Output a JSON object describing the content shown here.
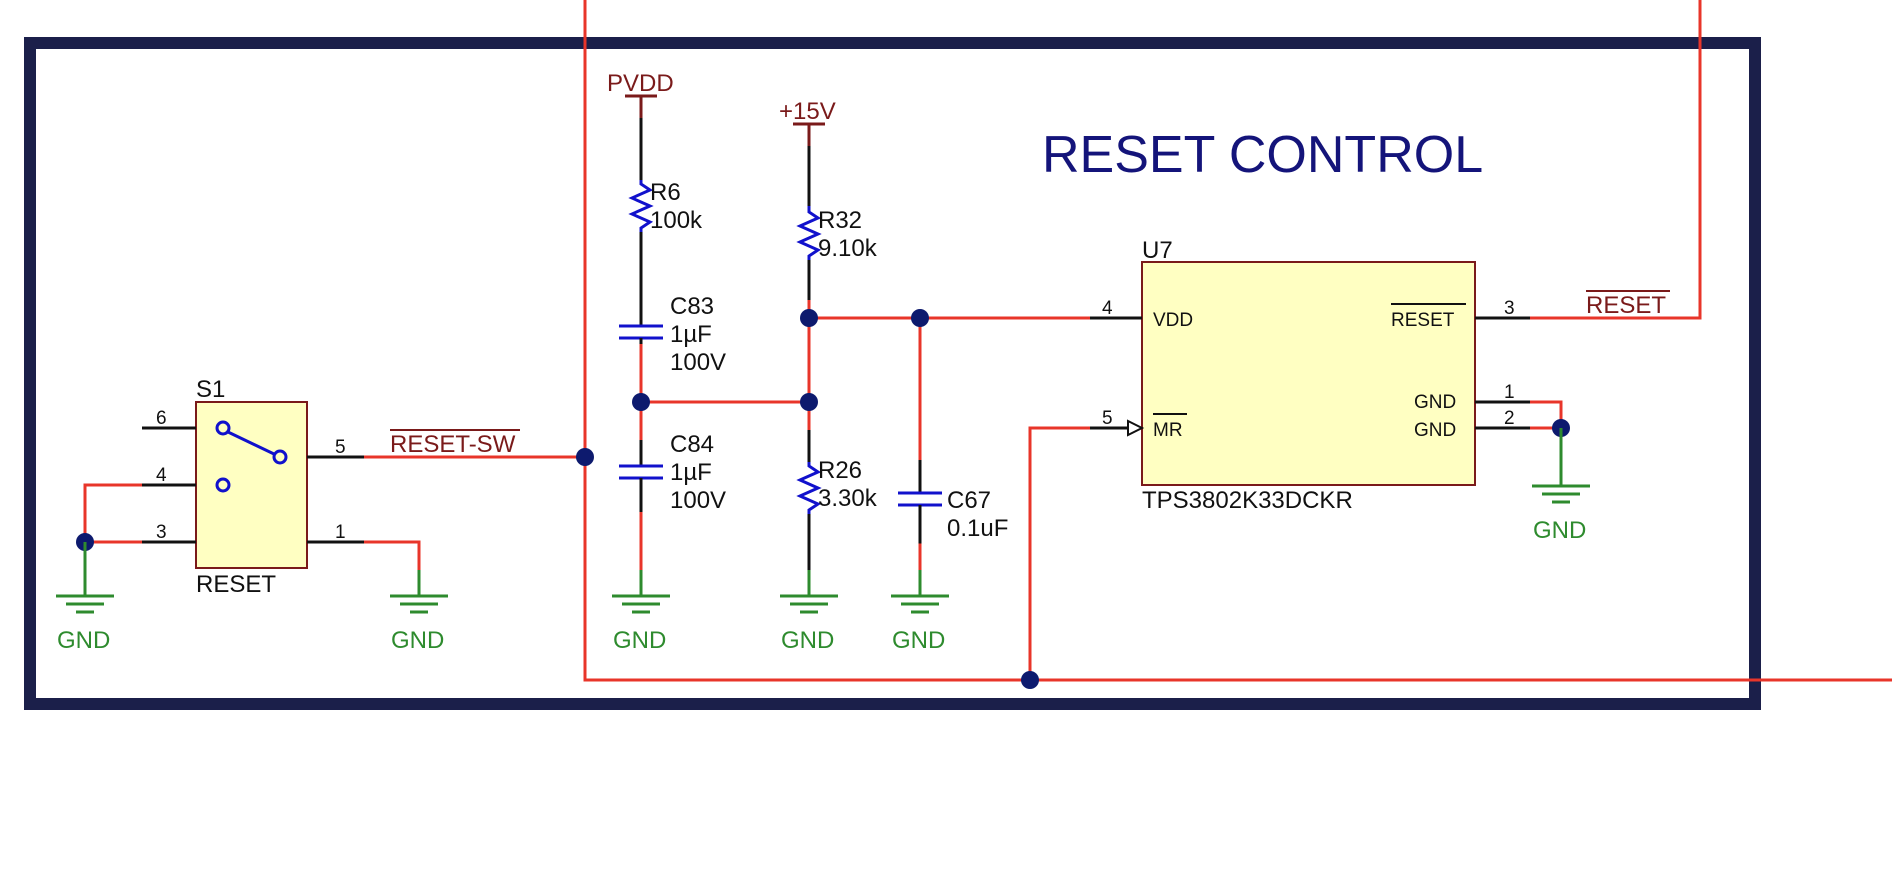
{
  "title": "RESET CONTROL",
  "power": {
    "pvdd": "PVDD",
    "p15v": "+15V"
  },
  "gnd_label": "GND",
  "switch": {
    "ref": "S1",
    "value": "RESET",
    "pins": [
      "6",
      "4",
      "3",
      "5",
      "1"
    ]
  },
  "resistors": [
    {
      "ref": "R6",
      "value": "100k"
    },
    {
      "ref": "R32",
      "value": "9.10k"
    },
    {
      "ref": "R26",
      "value": "3.30k"
    }
  ],
  "capacitors": [
    {
      "ref": "C83",
      "value": "1µF",
      "voltage": "100V"
    },
    {
      "ref": "C84",
      "value": "1µF",
      "voltage": "100V"
    },
    {
      "ref": "C67",
      "value": "0.1uF"
    }
  ],
  "ic": {
    "ref": "U7",
    "part": "TPS3802K33DCKR",
    "pins": [
      {
        "num": "4",
        "name": "VDD"
      },
      {
        "num": "5",
        "name": "MR"
      },
      {
        "num": "3",
        "name": "RESET"
      },
      {
        "num": "1",
        "name": "GND"
      },
      {
        "num": "2",
        "name": "GND"
      }
    ]
  },
  "nets": {
    "reset_sw": "RESET-SW",
    "reset": "RESET"
  },
  "colors": {
    "wire": "#e8352a",
    "frame": "#1b1f4a",
    "ground": "#2e8b2e",
    "title": "#14147a",
    "component": "#1111cc"
  }
}
